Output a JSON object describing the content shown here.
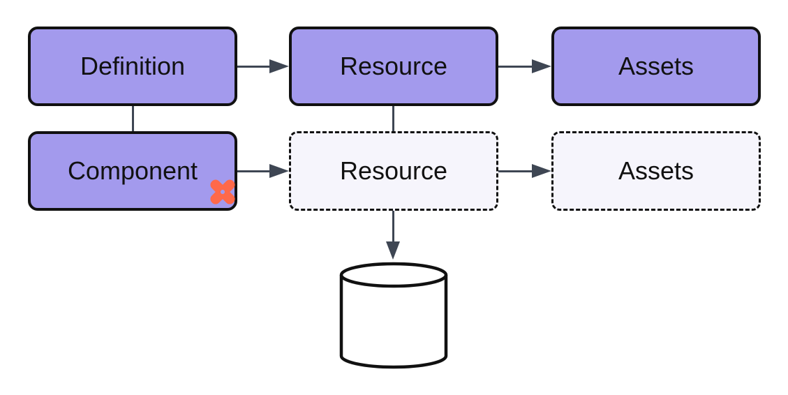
{
  "diagram": {
    "nodes": [
      {
        "id": "definition",
        "label": "Definition",
        "style": "solid"
      },
      {
        "id": "resource-top",
        "label": "Resource",
        "style": "solid"
      },
      {
        "id": "assets-top",
        "label": "Assets",
        "style": "solid"
      },
      {
        "id": "component",
        "label": "Component",
        "style": "solid",
        "icon": "dbt-logo-icon"
      },
      {
        "id": "resource-dashed",
        "label": "Resource",
        "style": "dashed"
      },
      {
        "id": "assets-dashed",
        "label": "Assets",
        "style": "dashed"
      },
      {
        "id": "database",
        "label": "",
        "style": "cylinder"
      }
    ],
    "edges": [
      {
        "from": "definition",
        "to": "resource-top",
        "type": "arrow"
      },
      {
        "from": "resource-top",
        "to": "assets-top",
        "type": "arrow"
      },
      {
        "from": "definition",
        "to": "component",
        "type": "line"
      },
      {
        "from": "component",
        "to": "resource-dashed",
        "type": "arrow"
      },
      {
        "from": "resource-top",
        "to": "resource-dashed",
        "type": "line"
      },
      {
        "from": "resource-dashed",
        "to": "assets-dashed",
        "type": "arrow"
      },
      {
        "from": "resource-dashed",
        "to": "database",
        "type": "arrow"
      }
    ],
    "colors": {
      "background": "#FFFFFF",
      "node_fill": "#A39AED",
      "dashed_fill": "#F6F5FC",
      "border": "#111111",
      "connector": "#3E4653",
      "dbt_orange": "#FF694A",
      "text": "#111111"
    }
  }
}
